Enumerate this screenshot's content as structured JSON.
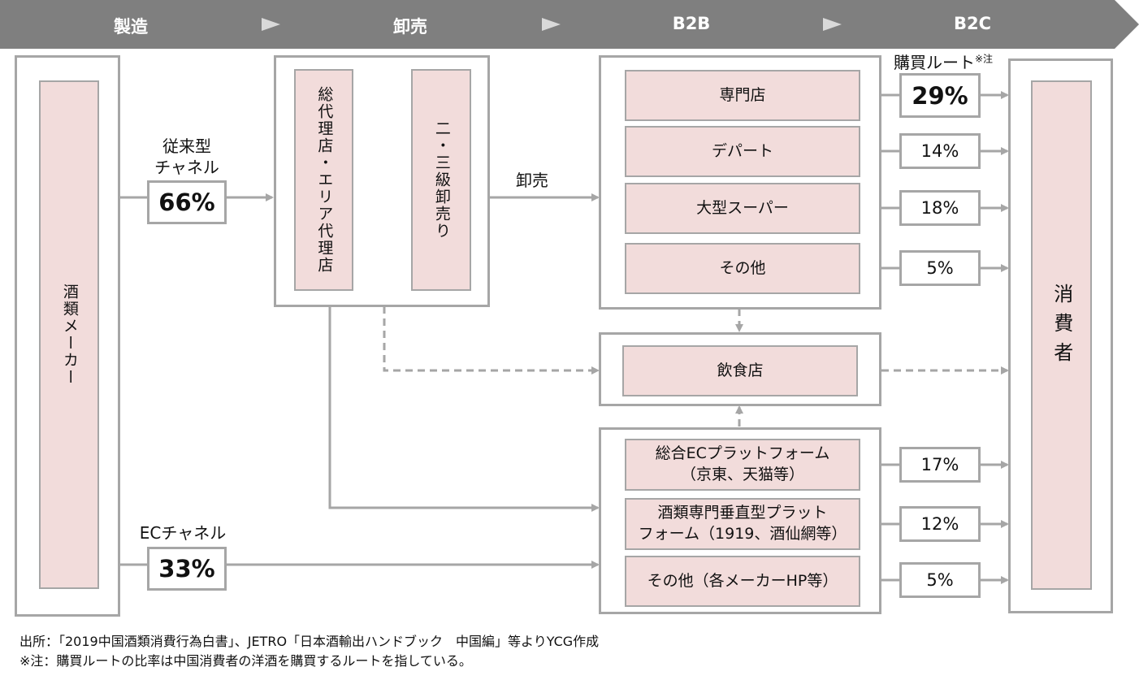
{
  "stages": [
    "製造",
    "卸売",
    "B2B",
    "B2C"
  ],
  "maker": "酒類メーカー",
  "agent": "総代理店・エリア代理店",
  "secondary": "二・三級卸売り",
  "wholesale_label": "卸売",
  "traditional_label": "従来型\nチャネル",
  "traditional_pct": "66%",
  "ec_label": "ECチャネル",
  "ec_pct": "33%",
  "route_title": "購買ルート",
  "route_note_mark": "※注",
  "b2b_retail": [
    "専門店",
    "デパート",
    "大型スーパー",
    "その他"
  ],
  "retail_pcts": [
    "29%",
    "14%",
    "18%",
    "5%"
  ],
  "restaurant": "飲食店",
  "b2b_ec": [
    "総合ECプラットフォーム\n（京東、天猫等）",
    "酒類専門垂直型プラット\nフォーム（1919、酒仙網等）",
    "その他（各メーカーHP等）"
  ],
  "ec_pcts": [
    "17%",
    "12%",
    "5%"
  ],
  "consumer": "消費者",
  "footnotes": [
    "出所：「2019中国酒類消費行為白書」、JETRO「日本酒輸出ハンドブック　中国編」等よりYCG作成",
    "※注：購買ルートの比率は中国消費者の洋酒を購買するルートを指している。"
  ],
  "colors": {
    "banner": "#7f7f7f",
    "line": "#a6a6a6",
    "box_fill": "#f2dcdb"
  }
}
